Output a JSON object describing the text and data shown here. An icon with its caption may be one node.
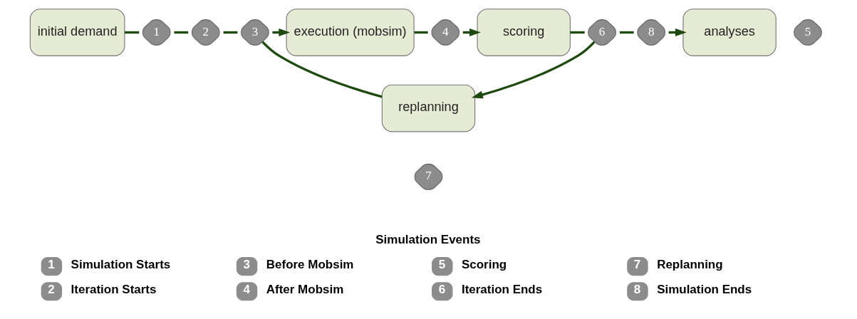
{
  "diagram": {
    "nodes": [
      {
        "text": [
          "initial demand"
        ]
      },
      {
        "text": [
          "1"
        ]
      },
      {
        "text": [
          "2"
        ]
      },
      {
        "text": [
          "3"
        ]
      },
      {
        "text": [
          "execution (mobsim)"
        ]
      },
      {
        "text": [
          "4"
        ]
      },
      {
        "text": [
          "scoring"
        ]
      },
      {
        "text": [
          "5"
        ]
      },
      {
        "text": [
          "6"
        ]
      },
      {
        "text": [
          "8"
        ]
      },
      {
        "text": [
          "analyses"
        ]
      },
      {
        "text": [
          "replanning"
        ]
      },
      {
        "text": [
          "7"
        ]
      }
    ],
    "edges": [
      {
        "from": 0,
        "to": 1,
        "arrow": "none"
      },
      {
        "from": 1,
        "to": 2,
        "arrow": "none"
      },
      {
        "from": 2,
        "to": 3,
        "arrow": "none"
      },
      {
        "from": 3,
        "to": 4,
        "arrow": "to"
      },
      {
        "from": 4,
        "to": 5,
        "arrow": "none"
      },
      {
        "from": 5,
        "to": 6,
        "arrow": "to"
      },
      {
        "from": 6,
        "to": 8,
        "arrow": "none"
      },
      {
        "from": 8,
        "to": 9,
        "arrow": "none"
      },
      {
        "from": 9,
        "to": 10,
        "arrow": "to"
      },
      {
        "from": 8,
        "to": 11,
        "arrow": "to"
      },
      {
        "from": 11,
        "to": 3,
        "arrow": "none"
      }
    ],
    "labels": [
      "Simulation Events",
      "1",
      "Simulation Starts",
      "3",
      "Before Mobsim",
      "5",
      "Scoring",
      "7",
      "Replanning",
      "2",
      "Iteration Starts",
      "4",
      "After Mobsim",
      "6",
      "Iteration Ends",
      "8",
      "Simulation Ends"
    ]
  }
}
